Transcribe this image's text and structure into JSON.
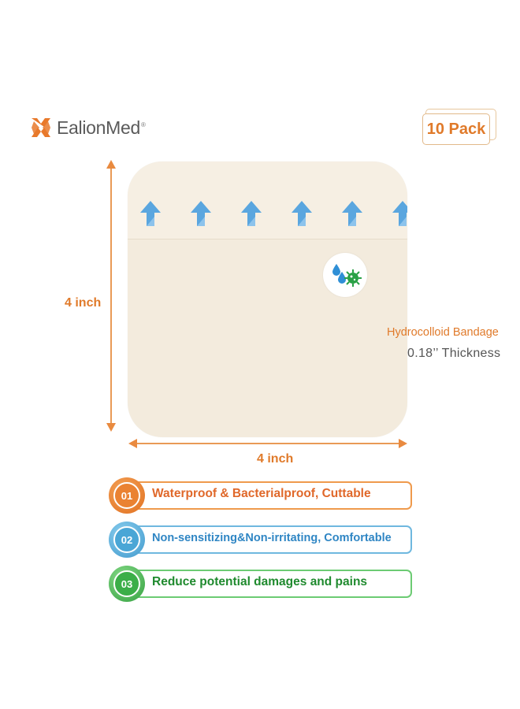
{
  "brand": {
    "name": "EalionMed",
    "registered": "®",
    "accent": "#e8792b"
  },
  "pack": {
    "label": "10 Pack"
  },
  "dimensions": {
    "height_label": "4 inch",
    "width_label": "4 inch"
  },
  "product": {
    "type_label": "Hydrocolloid Bandage",
    "thickness_label": "0.18’’ Thickness",
    "icons": [
      "up-arrow-icon",
      "water-drop-icon",
      "bacteria-icon"
    ]
  },
  "features": [
    {
      "number": "01",
      "text": "Waterproof & Bacterialproof, Cuttable",
      "color": "#e0682a"
    },
    {
      "number": "02",
      "text": "Non-sensitizing&Non-irritating, Comfortable",
      "color": "#2f86c4"
    },
    {
      "number": "03",
      "text": "Reduce potential damages and pains",
      "color": "#1f8a2e"
    }
  ]
}
